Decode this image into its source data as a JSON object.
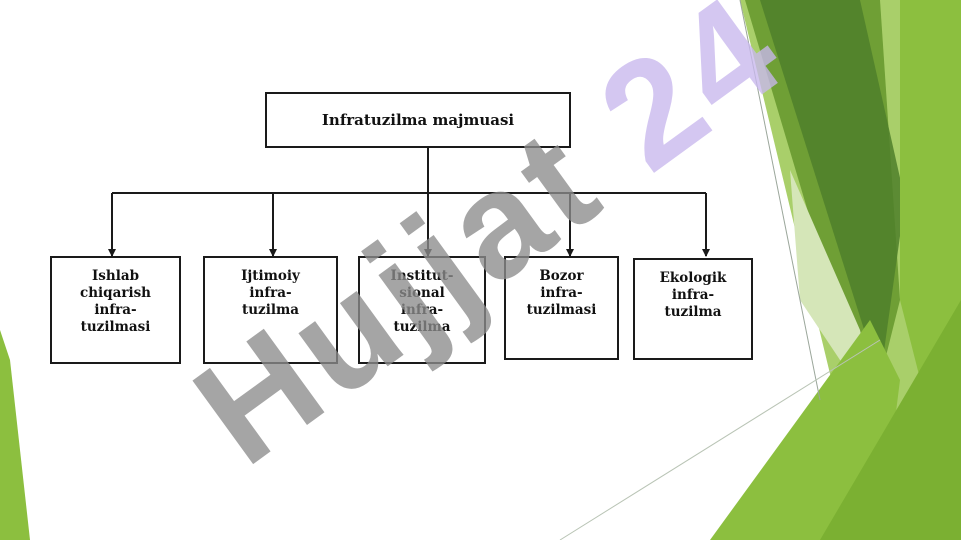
{
  "root": {
    "label": "Infratuzilma majmuasi"
  },
  "children": [
    {
      "label": "Ishlab\nchiqarish\ninfra-\ntuzilmasi"
    },
    {
      "label": "Ijtimoiy\ninfra-\ntuzilma"
    },
    {
      "label": "Institut-\nsional\ninfra-\ntuzilma"
    },
    {
      "label": "Bozor\ninfra-\ntuzilmasi"
    },
    {
      "label": "Ekologik\ninfra-\ntuzilma"
    }
  ],
  "watermark": {
    "text": "Hujjat 24"
  },
  "colors": {
    "accent_green": "#8cbf3f",
    "dark_green": "#5e8f2e",
    "watermark_gray": "#8c8c8c",
    "watermark_purple": "#c9b8ee"
  }
}
